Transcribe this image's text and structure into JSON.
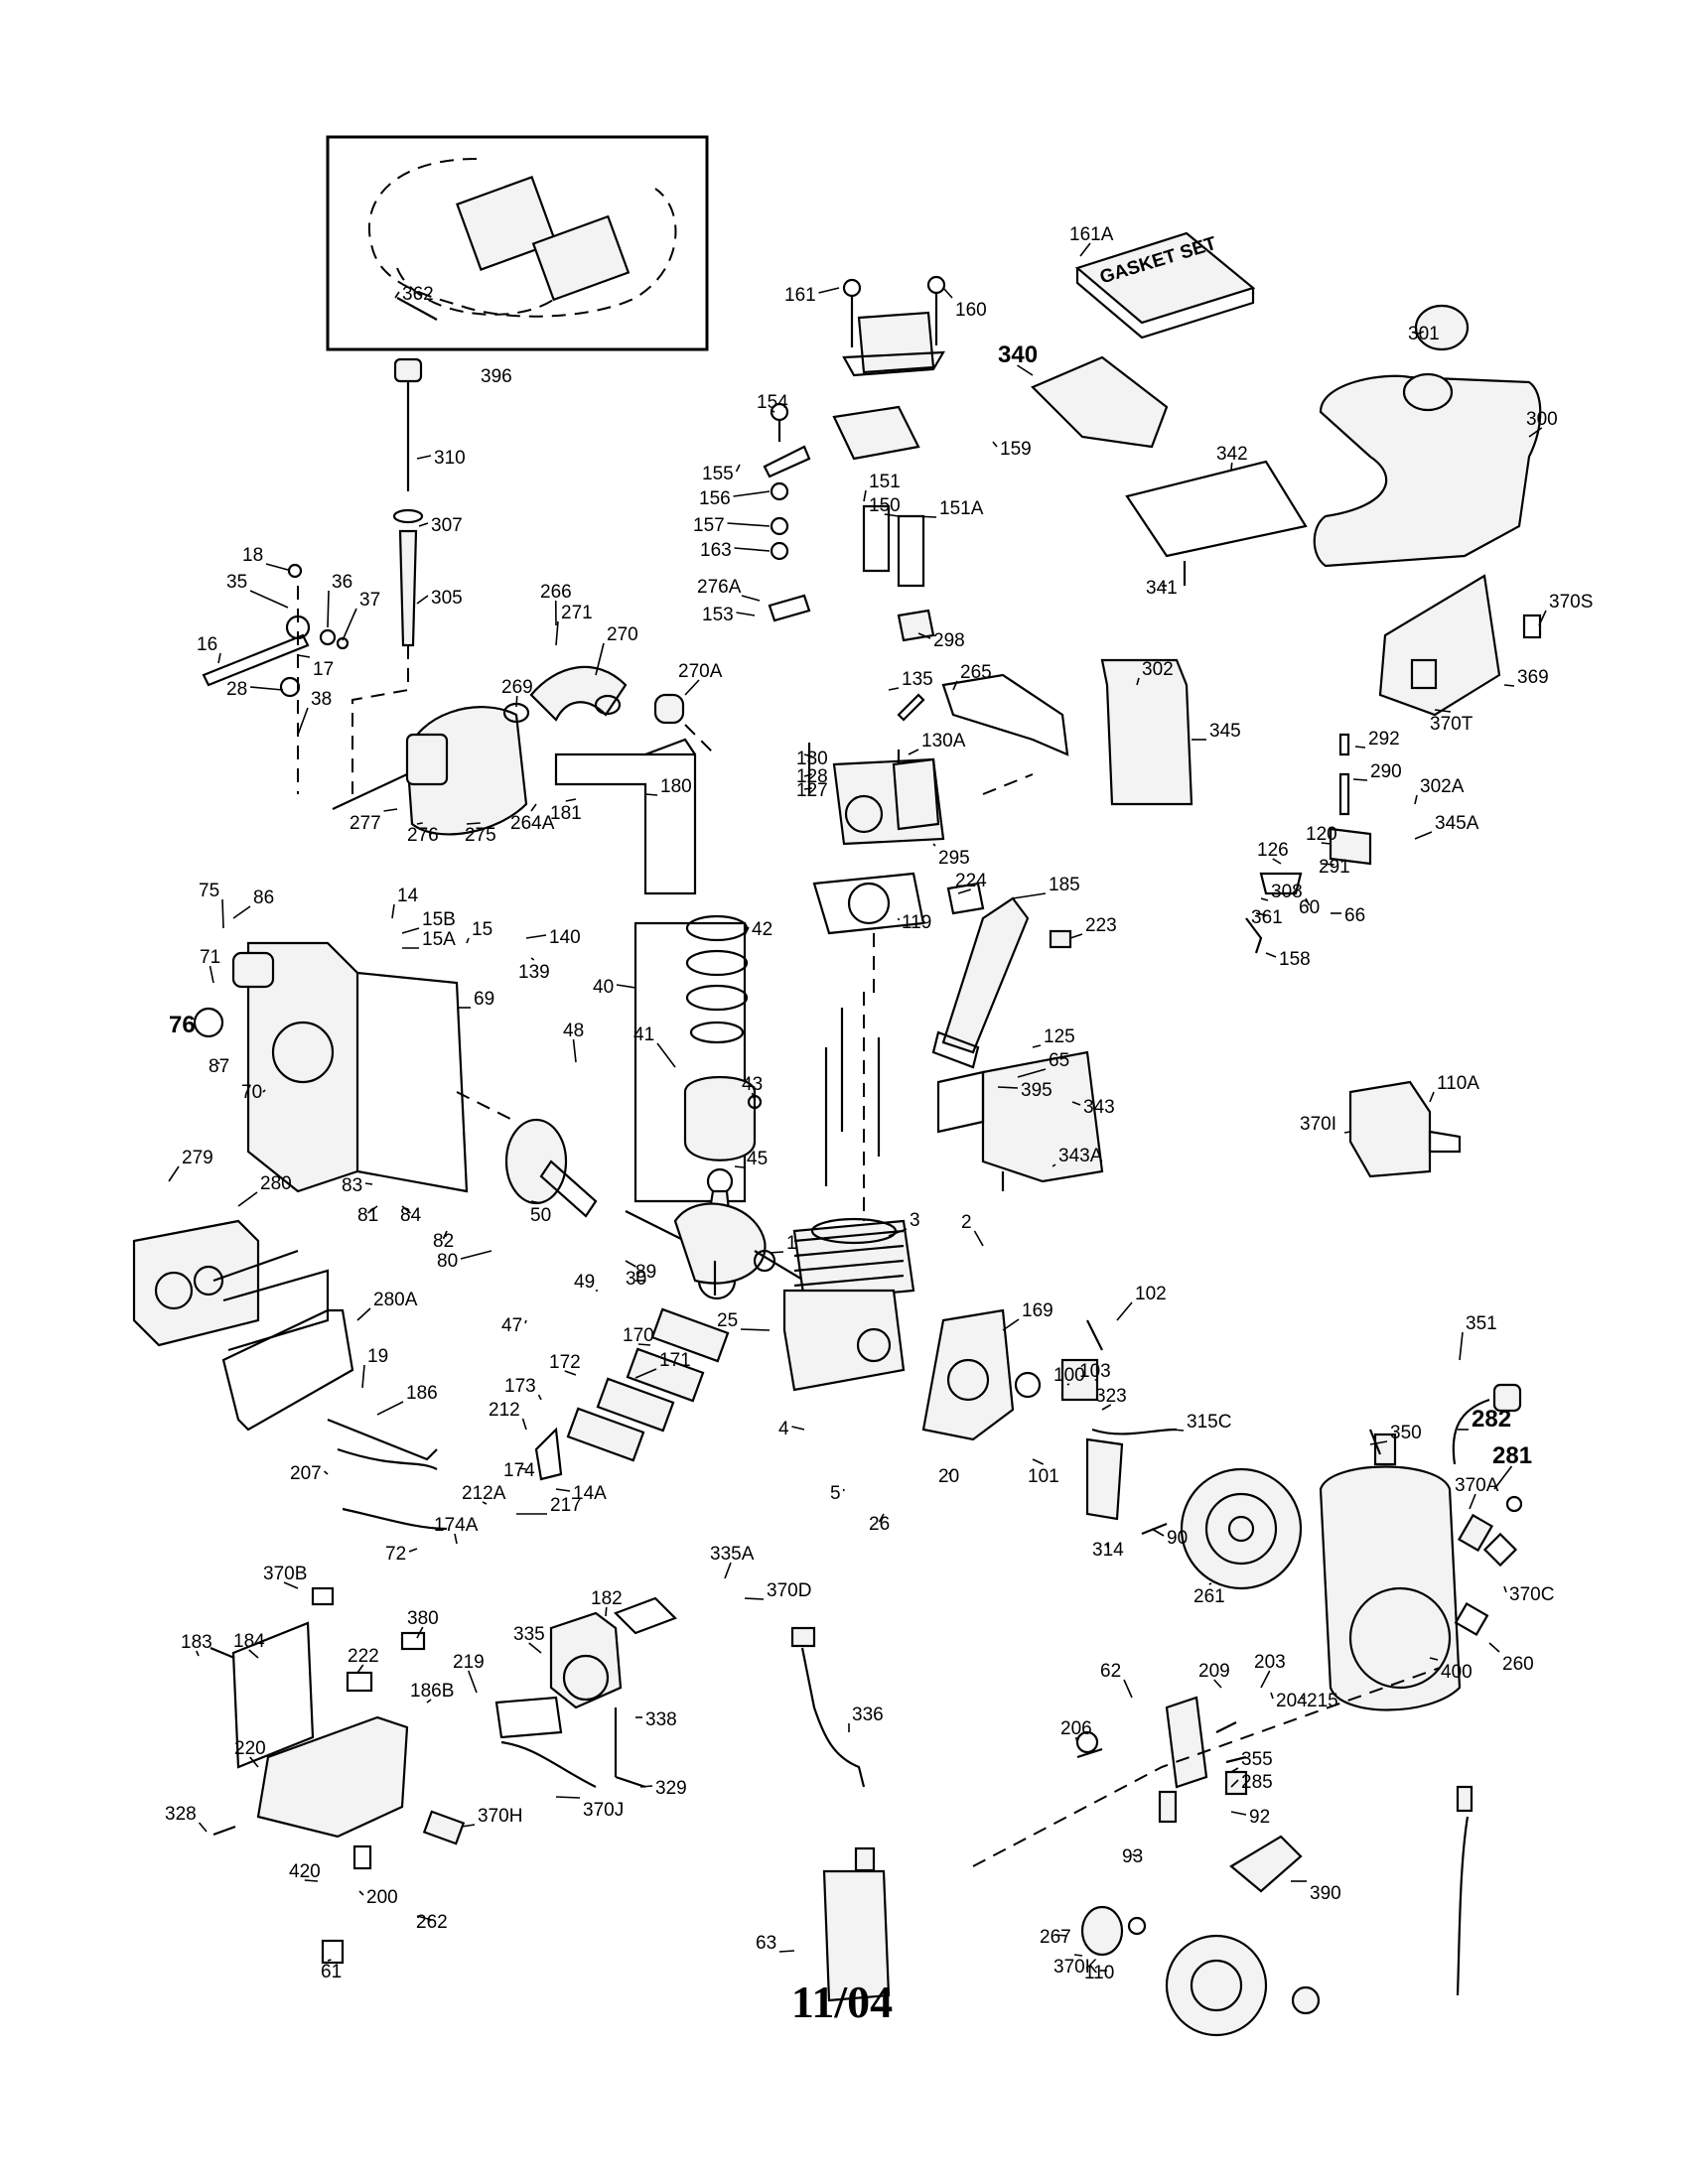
{
  "footer": {
    "date": "11/04"
  },
  "gasket_box_text": "GASKET SET",
  "part_labels": [
    {
      "id": "396",
      "big": false
    },
    {
      "id": "362",
      "big": false
    },
    {
      "id": "310",
      "big": false
    },
    {
      "id": "307",
      "big": false
    },
    {
      "id": "305",
      "big": false
    },
    {
      "id": "18",
      "big": false
    },
    {
      "id": "35",
      "big": false
    },
    {
      "id": "36",
      "big": false
    },
    {
      "id": "37",
      "big": false
    },
    {
      "id": "16",
      "big": false
    },
    {
      "id": "17",
      "big": false
    },
    {
      "id": "28",
      "big": false
    },
    {
      "id": "38",
      "big": false
    },
    {
      "id": "266",
      "big": false
    },
    {
      "id": "271",
      "big": false
    },
    {
      "id": "270",
      "big": false
    },
    {
      "id": "269",
      "big": false
    },
    {
      "id": "270A",
      "big": false
    },
    {
      "id": "277",
      "big": false
    },
    {
      "id": "276",
      "big": false
    },
    {
      "id": "275",
      "big": false
    },
    {
      "id": "264A",
      "big": false
    },
    {
      "id": "181",
      "big": false
    },
    {
      "id": "180",
      "big": false
    },
    {
      "id": "75",
      "big": false
    },
    {
      "id": "86",
      "big": false
    },
    {
      "id": "14",
      "big": false
    },
    {
      "id": "15B",
      "big": false
    },
    {
      "id": "15A",
      "big": false
    },
    {
      "id": "15",
      "big": false
    },
    {
      "id": "140",
      "big": false
    },
    {
      "id": "139",
      "big": false
    },
    {
      "id": "71",
      "big": false
    },
    {
      "id": "76",
      "big": true
    },
    {
      "id": "87",
      "big": false
    },
    {
      "id": "70",
      "big": false
    },
    {
      "id": "69",
      "big": false
    },
    {
      "id": "48",
      "big": false
    },
    {
      "id": "40",
      "big": false
    },
    {
      "id": "42",
      "big": false
    },
    {
      "id": "41",
      "big": false
    },
    {
      "id": "43",
      "big": false
    },
    {
      "id": "45",
      "big": false
    },
    {
      "id": "279",
      "big": false
    },
    {
      "id": "280",
      "big": false
    },
    {
      "id": "83",
      "big": false
    },
    {
      "id": "81",
      "big": false
    },
    {
      "id": "84",
      "big": false
    },
    {
      "id": "82",
      "big": false
    },
    {
      "id": "80",
      "big": false
    },
    {
      "id": "50",
      "big": false
    },
    {
      "id": "280A",
      "big": false
    },
    {
      "id": "19",
      "big": false
    },
    {
      "id": "186",
      "big": false
    },
    {
      "id": "207",
      "big": false
    },
    {
      "id": "47",
      "big": false
    },
    {
      "id": "49",
      "big": false
    },
    {
      "id": "30",
      "big": false
    },
    {
      "id": "89",
      "big": false
    },
    {
      "id": "1",
      "big": false
    },
    {
      "id": "3",
      "big": false
    },
    {
      "id": "2",
      "big": false
    },
    {
      "id": "25",
      "big": false
    },
    {
      "id": "169",
      "big": false
    },
    {
      "id": "170",
      "big": false
    },
    {
      "id": "171",
      "big": false
    },
    {
      "id": "172",
      "big": false
    },
    {
      "id": "173",
      "big": false
    },
    {
      "id": "212",
      "big": false
    },
    {
      "id": "174",
      "big": false
    },
    {
      "id": "14A",
      "big": false
    },
    {
      "id": "212A",
      "big": false
    },
    {
      "id": "217",
      "big": false
    },
    {
      "id": "174A",
      "big": false
    },
    {
      "id": "72",
      "big": false
    },
    {
      "id": "4",
      "big": false
    },
    {
      "id": "5",
      "big": false
    },
    {
      "id": "26",
      "big": false
    },
    {
      "id": "20",
      "big": false
    },
    {
      "id": "101",
      "big": false
    },
    {
      "id": "102",
      "big": false
    },
    {
      "id": "100",
      "big": false
    },
    {
      "id": "103",
      "big": false
    },
    {
      "id": "323",
      "big": false
    },
    {
      "id": "315C",
      "big": false
    },
    {
      "id": "314",
      "big": false
    },
    {
      "id": "90",
      "big": false
    },
    {
      "id": "261",
      "big": false
    },
    {
      "id": "350",
      "big": false
    },
    {
      "id": "351",
      "big": false
    },
    {
      "id": "282",
      "big": true
    },
    {
      "id": "281",
      "big": true
    },
    {
      "id": "370A",
      "big": false
    },
    {
      "id": "370C",
      "big": false
    },
    {
      "id": "260",
      "big": false
    },
    {
      "id": "400",
      "big": false
    },
    {
      "id": "161A",
      "big": false
    },
    {
      "id": "161",
      "big": false
    },
    {
      "id": "160",
      "big": false
    },
    {
      "id": "340",
      "big": true
    },
    {
      "id": "301",
      "big": false
    },
    {
      "id": "300",
      "big": false
    },
    {
      "id": "154",
      "big": false
    },
    {
      "id": "159",
      "big": false
    },
    {
      "id": "155",
      "big": false
    },
    {
      "id": "156",
      "big": false
    },
    {
      "id": "151",
      "big": false
    },
    {
      "id": "157",
      "big": false
    },
    {
      "id": "163",
      "big": false
    },
    {
      "id": "150",
      "big": false
    },
    {
      "id": "342",
      "big": false
    },
    {
      "id": "276A",
      "big": false
    },
    {
      "id": "153",
      "big": false
    },
    {
      "id": "151A",
      "big": false
    },
    {
      "id": "298",
      "big": false
    },
    {
      "id": "341",
      "big": false
    },
    {
      "id": "302",
      "big": false
    },
    {
      "id": "370S",
      "big": false
    },
    {
      "id": "135",
      "big": false
    },
    {
      "id": "265",
      "big": false
    },
    {
      "id": "345",
      "big": false
    },
    {
      "id": "369",
      "big": false
    },
    {
      "id": "370T",
      "big": false
    },
    {
      "id": "130",
      "big": false
    },
    {
      "id": "130A",
      "big": false
    },
    {
      "id": "128",
      "big": false
    },
    {
      "id": "127",
      "big": false
    },
    {
      "id": "292",
      "big": false
    },
    {
      "id": "290",
      "big": false
    },
    {
      "id": "302A",
      "big": false
    },
    {
      "id": "345A",
      "big": false
    },
    {
      "id": "120",
      "big": false
    },
    {
      "id": "295",
      "big": false
    },
    {
      "id": "224",
      "big": false
    },
    {
      "id": "185",
      "big": false
    },
    {
      "id": "119",
      "big": false
    },
    {
      "id": "223",
      "big": false
    },
    {
      "id": "291",
      "big": false
    },
    {
      "id": "125",
      "big": false
    },
    {
      "id": "126",
      "big": false
    },
    {
      "id": "158",
      "big": false
    },
    {
      "id": "65",
      "big": false
    },
    {
      "id": "308",
      "big": false
    },
    {
      "id": "66",
      "big": false
    },
    {
      "id": "60",
      "big": false
    },
    {
      "id": "361",
      "big": false
    },
    {
      "id": "395",
      "big": false
    },
    {
      "id": "343",
      "big": false
    },
    {
      "id": "343A",
      "big": false
    },
    {
      "id": "110A",
      "big": false
    },
    {
      "id": "370I",
      "big": false
    },
    {
      "id": "335A",
      "big": false
    },
    {
      "id": "370D",
      "big": false
    },
    {
      "id": "336",
      "big": false
    },
    {
      "id": "370B",
      "big": false
    },
    {
      "id": "184",
      "big": false
    },
    {
      "id": "380",
      "big": false
    },
    {
      "id": "183",
      "big": false
    },
    {
      "id": "222",
      "big": false
    },
    {
      "id": "182",
      "big": false
    },
    {
      "id": "335",
      "big": false
    },
    {
      "id": "219",
      "big": false
    },
    {
      "id": "186B",
      "big": false
    },
    {
      "id": "338",
      "big": false
    },
    {
      "id": "220",
      "big": false
    },
    {
      "id": "329",
      "big": false
    },
    {
      "id": "370J",
      "big": false
    },
    {
      "id": "328",
      "big": false
    },
    {
      "id": "370H",
      "big": false
    },
    {
      "id": "420",
      "big": false
    },
    {
      "id": "200",
      "big": false
    },
    {
      "id": "262",
      "big": false
    },
    {
      "id": "61",
      "big": false
    },
    {
      "id": "63",
      "big": false
    },
    {
      "id": "62",
      "big": false
    },
    {
      "id": "209",
      "big": false
    },
    {
      "id": "203",
      "big": false
    },
    {
      "id": "204",
      "big": false
    },
    {
      "id": "215",
      "big": false
    },
    {
      "id": "206",
      "big": false
    },
    {
      "id": "355",
      "big": false
    },
    {
      "id": "285",
      "big": false
    },
    {
      "id": "92",
      "big": false
    },
    {
      "id": "93",
      "big": false
    },
    {
      "id": "390",
      "big": false
    },
    {
      "id": "267",
      "big": false
    },
    {
      "id": "370K",
      "big": false
    },
    {
      "id": "110",
      "big": false
    }
  ]
}
